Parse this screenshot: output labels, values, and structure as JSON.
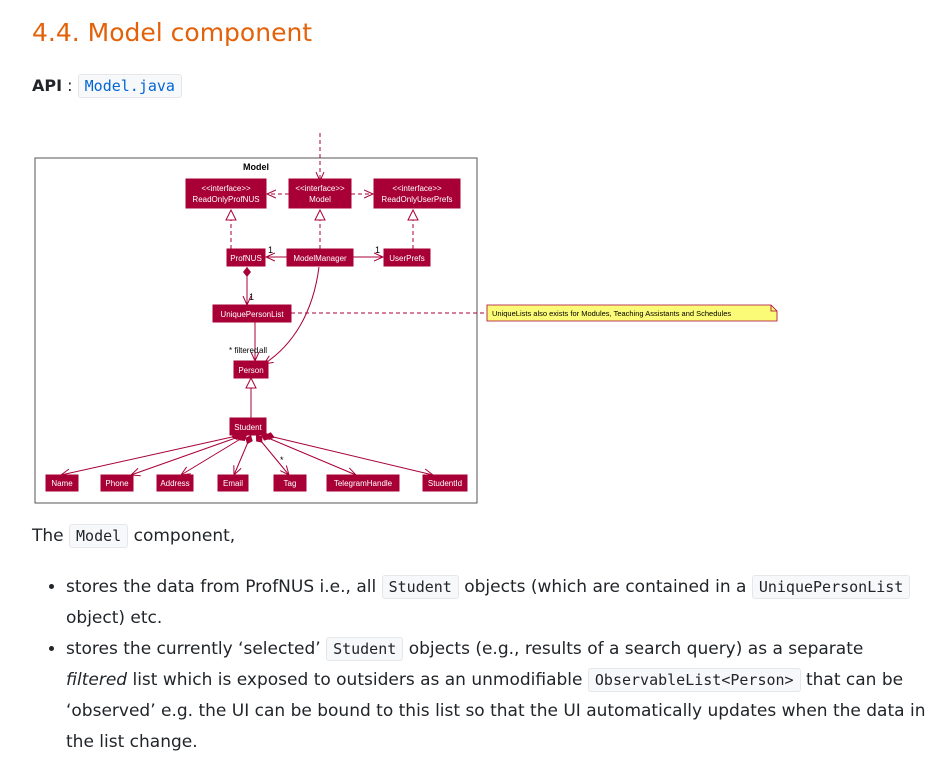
{
  "heading": "4.4. Model component",
  "api": {
    "label": "API",
    "sep": ":",
    "link": "Model.java"
  },
  "diagram": {
    "package": "Model",
    "nodes": {
      "ro_profnus_stereo": "<<interface>>",
      "ro_profnus": "ReadOnlyProfNUS",
      "model_stereo": "<<interface>>",
      "model": "Model",
      "ro_userprefs_stereo": "<<interface>>",
      "ro_userprefs": "ReadOnlyUserPrefs",
      "profnus": "ProfNUS",
      "modelmanager": "ModelManager",
      "userprefs": "UserPrefs",
      "upl": "UniquePersonList",
      "person": "Person",
      "student": "Student",
      "name": "Name",
      "phone": "Phone",
      "address": "Address",
      "email": "Email",
      "tag": "Tag",
      "telegram": "TelegramHandle",
      "studentid": "StudentId"
    },
    "labels": {
      "mult1a": "1",
      "mult1b": "1",
      "mult1c": "1",
      "filtered": "* filtered",
      "all": "all",
      "tagstar": "*"
    },
    "note": "UniqueLists also exists for Modules, Teaching Assistants and Schedules"
  },
  "para": {
    "pre": "The",
    "code": "Model",
    "post": "component,"
  },
  "bullets": {
    "b1_pre": "stores the data from ProfNUS i.e., all",
    "b1_code": "Student",
    "b1_mid": "objects (which are contained in a",
    "b1_code2": "UniquePersonList",
    "b1_post": "object) etc.",
    "b2_pre": "stores the currently ‘selected’",
    "b2_code": "Student",
    "b2_mid": "objects (e.g., results of a search query) as a separate",
    "b2_em": "filtered",
    "b2_mid2": "list which is exposed to outsiders as an unmodifiable",
    "b2_code2": "ObservableList<Person>",
    "b2_post": "that can be ‘observed’ e.g. the UI can be bound to this list so that the UI automatically updates when the data in the list change."
  }
}
